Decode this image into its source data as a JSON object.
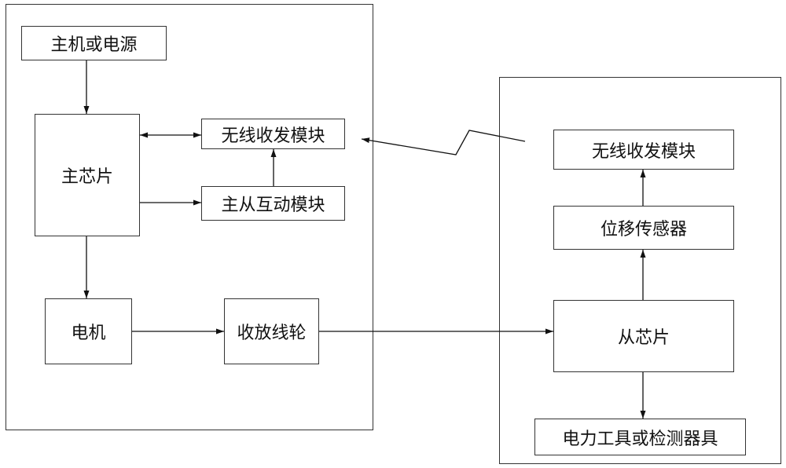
{
  "master": {
    "power": "主机或电源",
    "main_chip": "主芯片",
    "wireless_module": "无线收发模块",
    "interaction_module": "主从互动模块",
    "motor": "电机",
    "reel": "收放线轮"
  },
  "slave": {
    "wireless_module": "无线收发模块",
    "displacement_sensor": "位移传感器",
    "slave_chip": "从芯片",
    "tool": "电力工具或检测器具"
  }
}
